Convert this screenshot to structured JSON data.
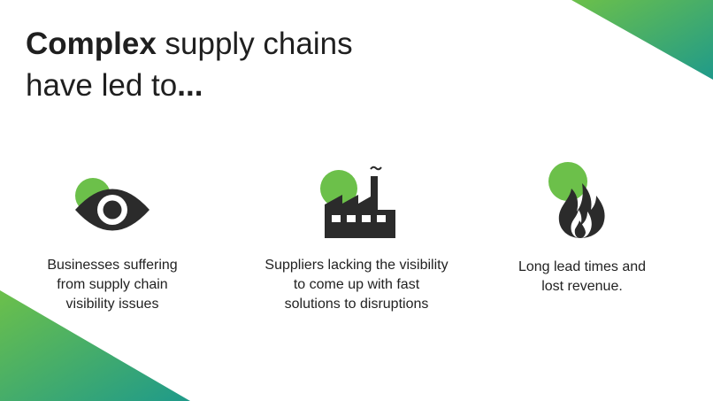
{
  "title": {
    "bold": "Complex",
    "rest_line1": " supply chains",
    "line2_normal": "have led to",
    "line2_bold": "..."
  },
  "items": [
    {
      "icon": "eye-icon",
      "caption_lines": [
        "Businesses suffering",
        "from supply chain",
        "visibility issues"
      ]
    },
    {
      "icon": "factory-icon",
      "caption_lines": [
        "Suppliers lacking the visibility",
        "to come up with fast",
        "solutions to disruptions"
      ]
    },
    {
      "icon": "fire-icon",
      "caption_lines": [
        "Long lead times and",
        "lost revenue."
      ]
    }
  ],
  "colors": {
    "accent_green": "#6cc04a",
    "accent_teal": "#1f9a8a",
    "icon_dark": "#2b2b2b",
    "text": "#222222"
  }
}
